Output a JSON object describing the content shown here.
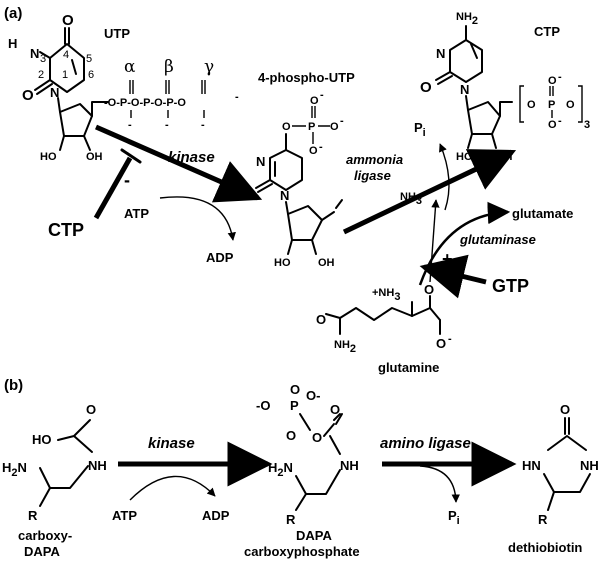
{
  "panel_a": {
    "label": "(a)",
    "utp": {
      "name": "UTP",
      "atom_O": "O",
      "atom_H": "H",
      "atom_N": "N",
      "num_3": "3",
      "num_4": "4",
      "num_5": "5",
      "num_2": "2",
      "num_1": "1",
      "num_6": "6",
      "ho": "HO",
      "oh": "OH",
      "chain": "-O-P-O-P-O-P-O",
      "minus": "-",
      "greek_alpha": "α",
      "greek_beta": "β",
      "greek_gamma": "γ"
    },
    "intermediate": {
      "name": "4-phospho-UTP",
      "O": "O",
      "minus": "-",
      "P": "P",
      "N": "N",
      "ho": "HO",
      "oh": "OH"
    },
    "ctp": {
      "name": "CTP",
      "nh2": "NH",
      "nh2_sub": "2",
      "N": "N",
      "O": "O",
      "ho": "HO",
      "oh": "OH",
      "sub3": "3",
      "P": "P",
      "minus": "-"
    },
    "labels": {
      "kinase": "kinase",
      "ammonia_ligase_1": "ammonia",
      "ammonia_ligase_2": "ligase",
      "glutaminase": "glutaminase",
      "atp": "ATP",
      "adp": "ADP",
      "pi": "P",
      "pi_sub": "i",
      "nh3": "NH",
      "nh3_sub": "3",
      "glutamate": "glutamate",
      "gtp": "GTP",
      "plus_sign": "+",
      "ctp_inhibitor": "CTP",
      "minus_sign": "-",
      "glutamine": "glutamine",
      "plus_nh3": "+NH",
      "plus_nh3_sub": "3",
      "gln_O": "O",
      "gln_nh2": "NH",
      "gln_nh2_sub": "2",
      "gln_minus": "-"
    }
  },
  "panel_b": {
    "label": "(b)",
    "labels": {
      "kinase": "kinase",
      "amino_ligase": "amino ligase",
      "atp": "ATP",
      "adp": "ADP",
      "pi": "P",
      "pi_sub": "i"
    },
    "carboxy_dapa": {
      "ho": "HO",
      "O": "O",
      "h2n": "H",
      "h2n_sub": "2",
      "h2n_N": "N",
      "nh": "NH",
      "R": "R",
      "name_1": "carboxy-",
      "name_2": "DAPA"
    },
    "dapa_carboxyphosphate": {
      "O": "O",
      "neg_O": "-O",
      "P": "P",
      "O_minus": "O-",
      "h2n": "H",
      "h2n_sub": "2",
      "h2n_N": "N",
      "nh": "NH",
      "R": "R",
      "name_1": "DAPA",
      "name_2": "carboxyphosphate"
    },
    "dethiobiotin": {
      "O": "O",
      "hn": "HN",
      "nh": "NH",
      "R": "R",
      "name": "dethiobiotin"
    }
  }
}
